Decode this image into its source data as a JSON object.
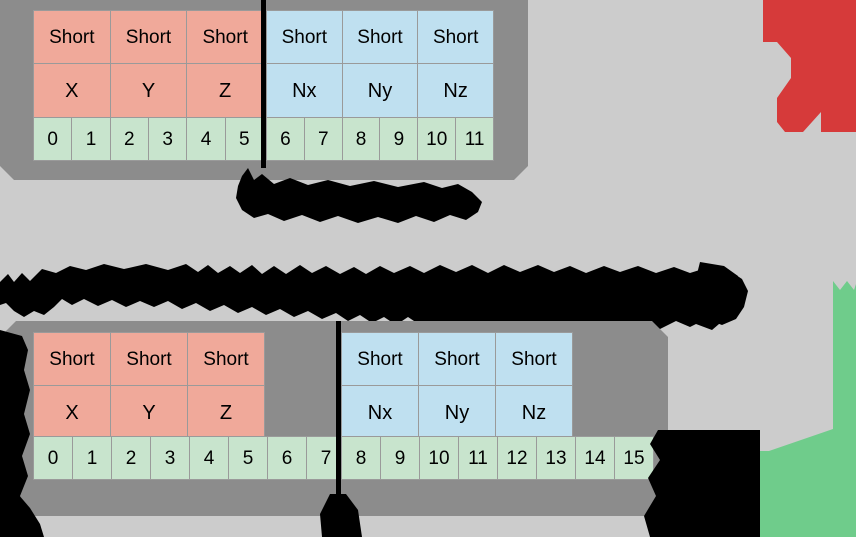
{
  "background_color": "#cccccc",
  "palette": {
    "panel_gray": "#8c8c8c",
    "type_pink": "#f0a99a",
    "type_blue": "#bfe0f0",
    "index_green": "#c8e4cd",
    "cell_border": "#9a9a9a",
    "occlusion_black": "#000000",
    "accent_red": "#d63a3a",
    "accent_green": "#6fcc8b"
  },
  "diagrams": [
    {
      "id": "top-struct",
      "name": "top-memory-layout",
      "groups": [
        {
          "id": "top-left-group",
          "color": "#f0a99a",
          "fields": [
            {
              "type": "Short",
              "name": "X"
            },
            {
              "type": "Short",
              "name": "Y"
            },
            {
              "type": "Short",
              "name": "Z"
            }
          ],
          "offsets": [
            "0",
            "1",
            "2",
            "3",
            "4",
            "5"
          ]
        },
        {
          "id": "top-right-group",
          "color": "#bfe0f0",
          "fields": [
            {
              "type": "Short",
              "name": "Nx"
            },
            {
              "type": "Short",
              "name": "Ny"
            },
            {
              "type": "Short",
              "name": "Nz"
            }
          ],
          "offsets": [
            "6",
            "7",
            "8",
            "9",
            "10",
            "11"
          ]
        }
      ]
    },
    {
      "id": "bottom-struct",
      "name": "bottom-memory-layout",
      "groups": [
        {
          "id": "bottom-left-group",
          "color": "#f0a99a",
          "fields": [
            {
              "type": "Short",
              "name": "X"
            },
            {
              "type": "Short",
              "name": "Y"
            },
            {
              "type": "Short",
              "name": "Z"
            }
          ],
          "offsets": [
            "0",
            "1",
            "2",
            "3",
            "4",
            "5",
            "6",
            "7"
          ]
        },
        {
          "id": "bottom-right-group",
          "color": "#bfe0f0",
          "fields": [
            {
              "type": "Short",
              "name": "Nx"
            },
            {
              "type": "Short",
              "name": "Ny"
            },
            {
              "type": "Short",
              "name": "Nz"
            }
          ],
          "offsets": [
            "8",
            "9",
            "10",
            "11",
            "12",
            "13",
            "14",
            "15"
          ]
        }
      ]
    }
  ]
}
